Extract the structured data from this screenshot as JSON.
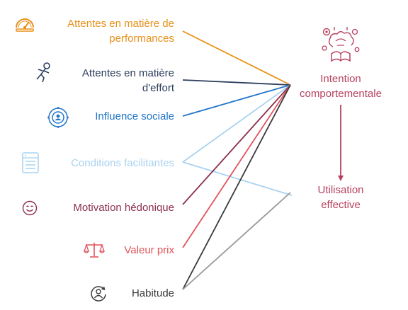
{
  "colors": {
    "performance": "#e8901a",
    "effort": "#2d3e5e",
    "social": "#1f74c8",
    "conditions": "#a9d2f0",
    "hedonic": "#8c2f4f",
    "price": "#e0545a",
    "habit": "#3a3a3a",
    "target": "#b8405e",
    "habit_to_usage": "#9a9a9a"
  },
  "factors": [
    {
      "key": "performance",
      "line1": "Attentes en matière de",
      "line2": "performances",
      "icon": "speedometer-icon"
    },
    {
      "key": "effort",
      "line1": "Attentes en matière",
      "line2": "d'effort",
      "icon": "running-person-icon"
    },
    {
      "key": "social",
      "line1": "Influence sociale",
      "line2": "",
      "icon": "social-network-icon"
    },
    {
      "key": "conditions",
      "line1": "Conditions facilitantes",
      "line2": "",
      "icon": "server-list-icon"
    },
    {
      "key": "hedonic",
      "line1": "Motivation hédonique",
      "line2": "",
      "icon": "smiley-icon"
    },
    {
      "key": "price",
      "line1": "Valeur prix",
      "line2": "",
      "icon": "scale-icon"
    },
    {
      "key": "habit",
      "line1": "Habitude",
      "line2": "",
      "icon": "refresh-user-icon"
    }
  ],
  "targets": {
    "intention": {
      "line1": "Intention",
      "line2": "comportementale",
      "icon": "brain-gears-icon"
    },
    "usage": {
      "line1": "Utilisation",
      "line2": "effective"
    }
  }
}
